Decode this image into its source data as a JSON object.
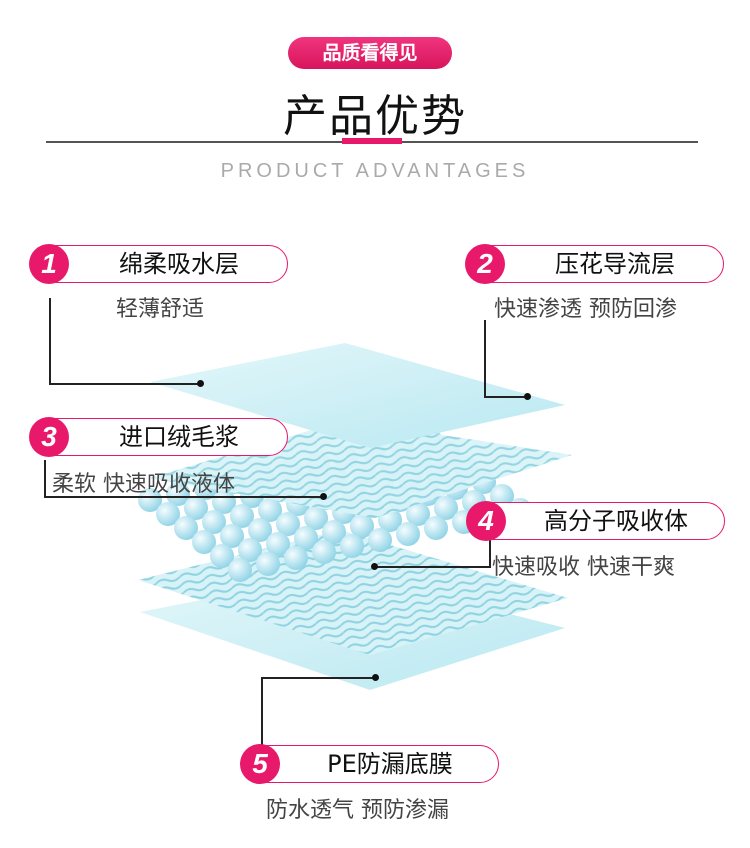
{
  "header": {
    "badge": "品质看得见",
    "title": "产品优势",
    "subtitle": "PRODUCT ADVANTAGES"
  },
  "colors": {
    "accent": "#e8196a",
    "layer": "#c9eef5"
  },
  "features": [
    {
      "number": "1",
      "title": "绵柔吸水层",
      "desc": "轻薄舒适"
    },
    {
      "number": "2",
      "title": "压花导流层",
      "desc": "快速渗透 预防回渗"
    },
    {
      "number": "3",
      "title": "进口绒毛浆",
      "desc": "柔软 快速吸收液体"
    },
    {
      "number": "4",
      "title": "高分子吸收体",
      "desc": "快速吸收 快速干爽"
    },
    {
      "number": "5",
      "title": "PE防漏底膜",
      "desc": "防水透气 预防渗漏"
    }
  ]
}
